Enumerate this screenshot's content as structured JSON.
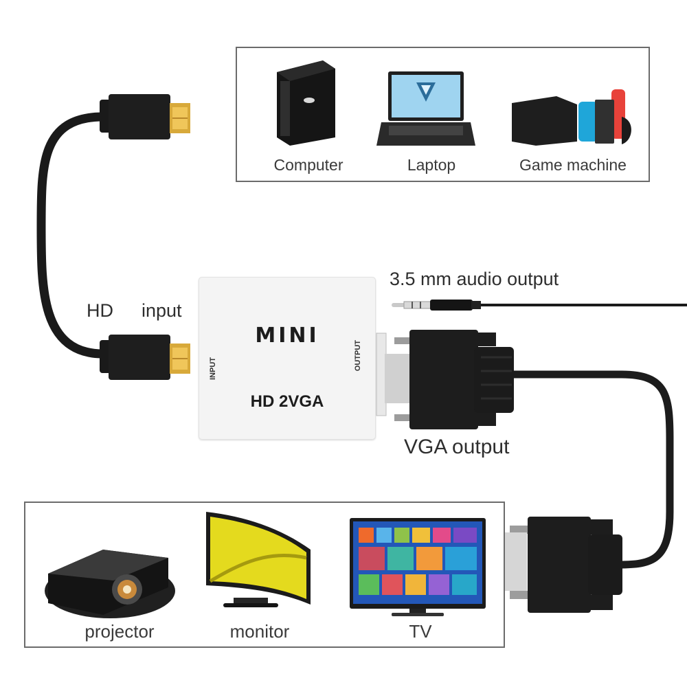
{
  "top_panel": {
    "devices": [
      {
        "name": "Computer",
        "icon": "computer-tower-icon"
      },
      {
        "name": "Laptop",
        "icon": "laptop-icon"
      },
      {
        "name": "Game machine",
        "icon": "game-console-icon"
      }
    ]
  },
  "bottom_panel": {
    "devices": [
      {
        "name": "projector",
        "icon": "projector-icon"
      },
      {
        "name": "monitor",
        "icon": "monitor-icon"
      },
      {
        "name": "TV",
        "icon": "tv-icon"
      }
    ]
  },
  "adapter": {
    "brand": "MINI",
    "model": "HD 2VGA",
    "input_port_label": "INPUT",
    "output_port_label": "OUTPUT"
  },
  "callouts": {
    "hd_label": "HD",
    "input_label": "input",
    "audio_output": "3.5 mm audio output",
    "vga_output": "VGA output"
  },
  "colors": {
    "panel_border": "#6b6b6b",
    "cable": "#1a1a1a",
    "hdmi_gold": "#d8a93a",
    "adapter_body": "#f4f4f4",
    "label_text": "#2e2e2e"
  }
}
